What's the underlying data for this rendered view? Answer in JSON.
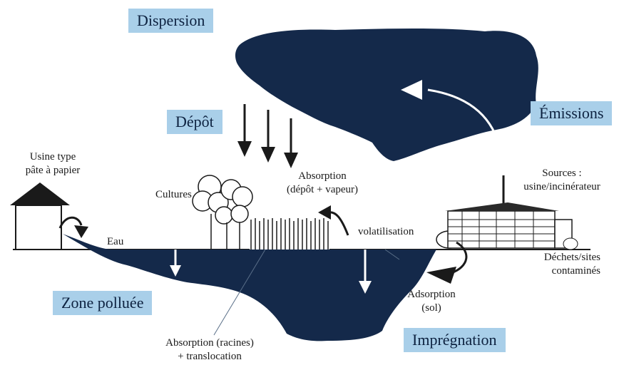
{
  "boxes": {
    "dispersion": "Dispersion",
    "depot": "Dépôt",
    "emissions": "Émissions",
    "zone_polluee": "Zone polluée",
    "impregnation": "Imprégnation"
  },
  "labels": {
    "usine_type": [
      "Usine type",
      "pâte à papier"
    ],
    "eau": "Eau",
    "cultures": "Cultures",
    "absorption_vapeur": [
      "Absorption",
      "(dépôt + vapeur)"
    ],
    "volatilisation": "volatilisation",
    "sources": [
      "Sources :",
      "usine/incinérateur"
    ],
    "dechets": [
      "Déchets/sites",
      "contaminés"
    ],
    "adsorption": [
      "Adsorption",
      "(sol)"
    ],
    "absorption_racines": [
      "Absorption (racines)",
      "+ translocation"
    ]
  },
  "colors": {
    "navy": "#14294a",
    "box_fill": "#a9cfe9",
    "box_text": "#0d2240",
    "ink": "#1a1a1a"
  }
}
